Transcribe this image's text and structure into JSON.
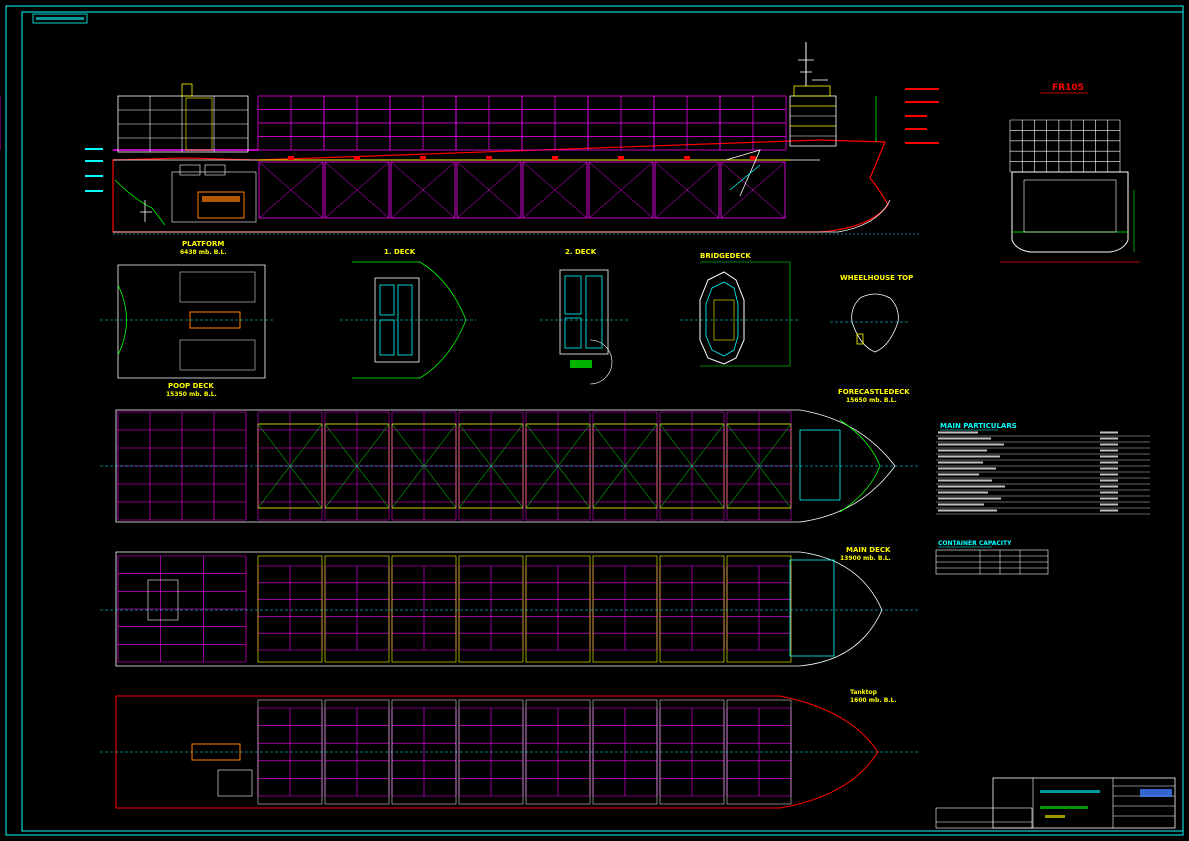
{
  "drawing": {
    "colors": {
      "background": "#000000",
      "frame": "#00ffff",
      "hull": "#ffffff",
      "hold": "#ff00ff",
      "cover": "#ffff00",
      "centerline": "#00ffff",
      "red": "#ff0000",
      "green": "#00ff00",
      "yellow": "#ffff00",
      "blue": "#4080ff"
    },
    "views": {
      "platform": {
        "title": "PLATFORM",
        "subtitle": "6438 mb. B.L."
      },
      "deck1": {
        "title": "1. DECK"
      },
      "deck2": {
        "title": "2. DECK"
      },
      "bridge": {
        "title": "BRIDGEDECK"
      },
      "wheelhouse": {
        "title": "WHEELHOUSE TOP"
      },
      "poop": {
        "title": "POOP DECK",
        "subtitle": "15350 mb. B.L."
      },
      "forecastle": {
        "title": "FORECASTLEDECK",
        "subtitle": "15650 mb. B.L."
      },
      "maindeck": {
        "title": "MAIN DECK",
        "subtitle": "13900 mb. B.L."
      },
      "tanktop": {
        "title": "Tanktop",
        "subtitle": "1600 mb. B.L."
      },
      "section": {
        "title": "FR105"
      }
    },
    "main_particulars": {
      "title": "MAIN PARTICULARS"
    },
    "container_capacity": {
      "title": "CONTAINER CAPACITY"
    }
  }
}
